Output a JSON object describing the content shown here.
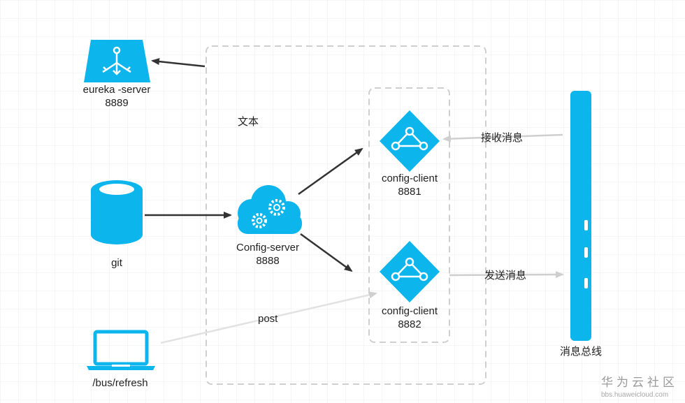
{
  "nodes": {
    "eureka": {
      "name": "eureka -server",
      "port": "8889"
    },
    "git": {
      "name": "git"
    },
    "config_server": {
      "name": "Config-server",
      "port": "8888"
    },
    "client1": {
      "name": "config-client",
      "port": "8881"
    },
    "client2": {
      "name": "config-client",
      "port": "8882"
    },
    "laptop": {
      "name": "/bus/refresh"
    },
    "bus": {
      "name": "消息总线"
    }
  },
  "edges": {
    "receive": "接收消息",
    "send": "发送消息",
    "post": "post"
  },
  "annotation": "文本",
  "watermark": {
    "brand": "华为云社区",
    "site": "bbs.huaweicloud.com"
  },
  "colors": {
    "accent": "#0cb5ec",
    "arrow": "#333333",
    "light_arrow": "#d0d0d0",
    "dashed": "#cfcfcf",
    "grid": "#eeeeee"
  }
}
